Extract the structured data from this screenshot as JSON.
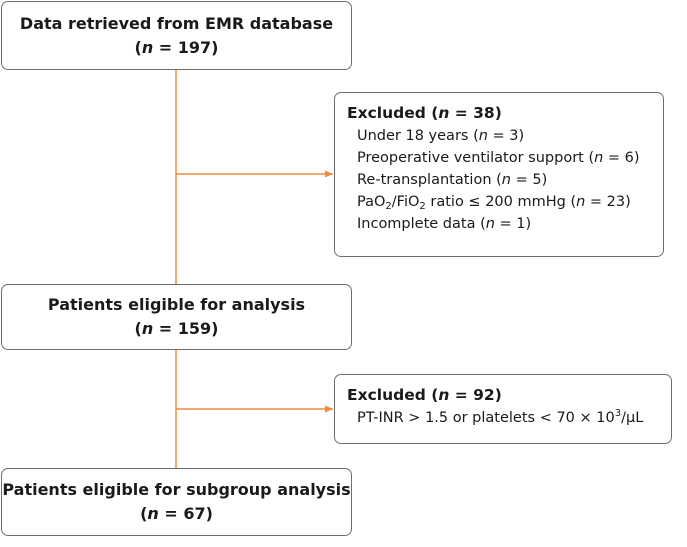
{
  "colors": {
    "connector": "#f08a3c",
    "box_border": "#6e6e6e",
    "text": "#1a1a1a"
  },
  "box1": {
    "title": "Data retrieved from EMR database",
    "n_prefix": "(",
    "n_var": "n",
    "n_value": " = 197)"
  },
  "exclusion1": {
    "head_label": "Excluded (",
    "head_var": "n",
    "head_value": " = 38)",
    "items": [
      {
        "pre": "Under 18 years (",
        "var": "n",
        "post": " = 3)"
      },
      {
        "pre": "Preoperative ventilator support (",
        "var": "n",
        "post": " = 6)"
      },
      {
        "pre": "Re-transplantation (",
        "var": "n",
        "post": " = 5)"
      },
      {
        "pre": "PaO",
        "sub1": "2",
        "mid": "/FiO",
        "sub2": "2",
        "pre2": " ratio ≤ 200 mmHg (",
        "var": "n",
        "post": " = 23)"
      },
      {
        "pre": "Incomplete data (",
        "var": "n",
        "post": " = 1)"
      }
    ]
  },
  "box2": {
    "title": "Patients eligible for analysis",
    "n_prefix": "(",
    "n_var": "n",
    "n_value": " = 159)"
  },
  "exclusion2": {
    "head_label": "Excluded (",
    "head_var": "n",
    "head_value": " = 92)",
    "item_pre": "PT-INR > 1.5 or platelets < 70 × 10",
    "item_sup": "3",
    "item_post": "/μL"
  },
  "box3": {
    "title": "Patients eligible for subgroup analysis",
    "n_prefix": "(",
    "n_var": "n",
    "n_value": " = 67)"
  }
}
